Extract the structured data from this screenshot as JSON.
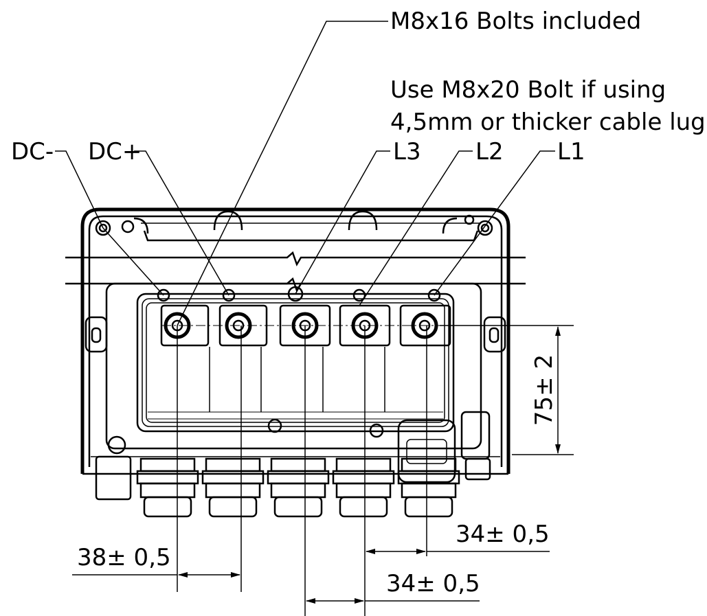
{
  "callouts": {
    "bolts_included": "M8x16 Bolts included",
    "bolt_note_line1": "Use M8x20 Bolt if using",
    "bolt_note_line2": "4,5mm or thicker cable lug"
  },
  "terminals": [
    {
      "label": "DC-"
    },
    {
      "label": "DC+"
    },
    {
      "label": "L3"
    },
    {
      "label": "L2"
    },
    {
      "label": "L1"
    }
  ],
  "dimensions": {
    "vertical": "75± 2",
    "dc_spacing": "38± 0,5",
    "ac_spacing_upper": "34± 0,5",
    "ac_spacing_lower": "34± 0,5"
  }
}
